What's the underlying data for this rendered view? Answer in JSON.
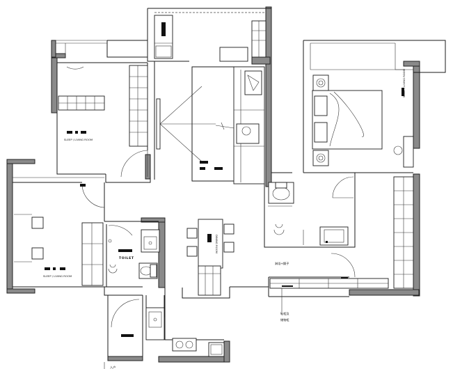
{
  "rooms": {
    "bedroom_top_left": "SLEEP / LIVING ROOM",
    "bedroom_left": "SLEEP / LIVING ROOM",
    "toilet": "TOILET",
    "dining": "DINING ROOM",
    "master_bedroom": "SLEEP / LIVING ROOM"
  },
  "annotations": {
    "bath_note": "淋浴+鏡子",
    "cabinet_note_line1": "鞋柜及",
    "cabinet_note_line2": "储物柜",
    "entry_note": "入户"
  }
}
